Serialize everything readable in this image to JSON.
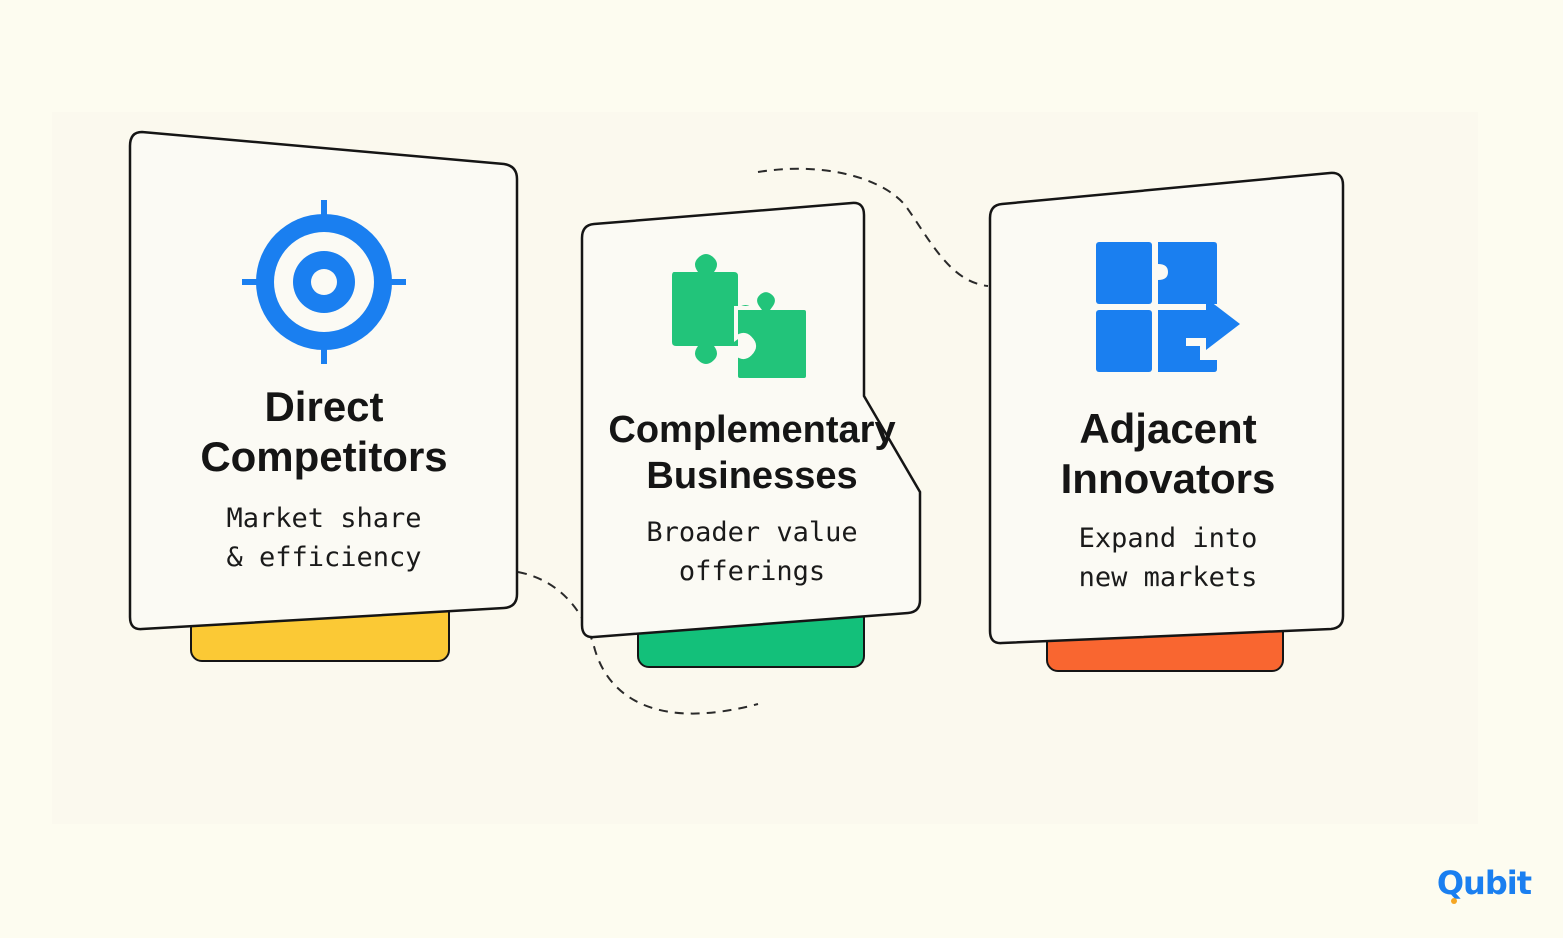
{
  "cards": [
    {
      "icon": "target-icon",
      "title_line1": "Direct",
      "title_line2": "Competitors",
      "desc_line1": "Market share",
      "desc_line2": "& efficiency",
      "accent_color": "#fbc935",
      "icon_color": "#1a7ff0"
    },
    {
      "icon": "puzzle-pieces-icon",
      "title_line1": "Complementary",
      "title_line2": "Businesses",
      "desc_line1": "Broader value",
      "desc_line2": "offerings",
      "accent_color": "#13c07a",
      "icon_color": "#22c47a"
    },
    {
      "icon": "grid-arrow-icon",
      "title_line1": "Adjacent",
      "title_line2": "Innovators",
      "desc_line1": "Expand into",
      "desc_line2": "new markets",
      "accent_color": "#f96630",
      "icon_color": "#1a7ff0"
    }
  ],
  "logo": {
    "text": "Qubit",
    "text_color": "#1a7ff0",
    "dot_color": "#f5a623"
  }
}
